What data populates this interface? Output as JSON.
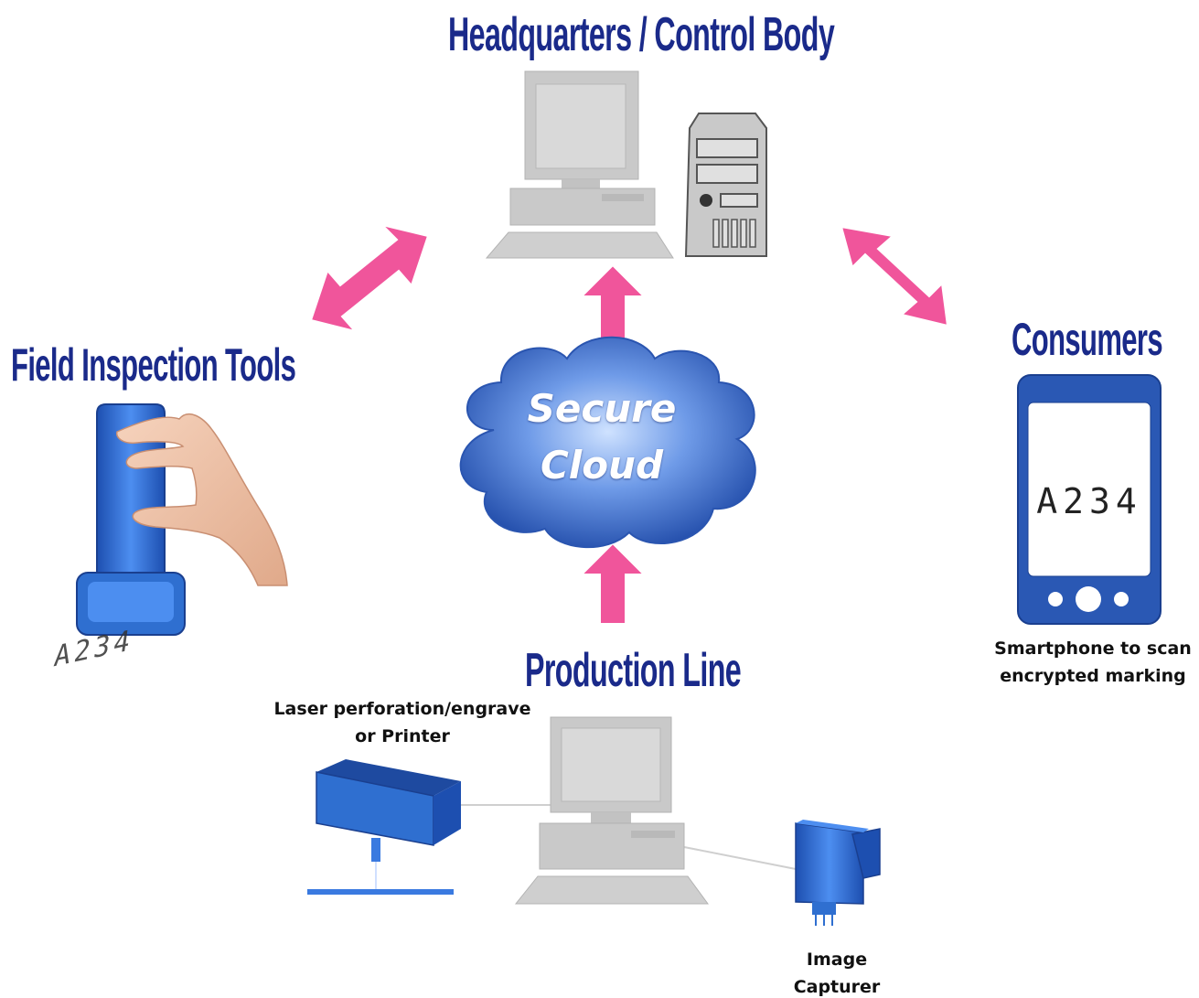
{
  "titles": {
    "headquarters": "Headquarters / Control Body",
    "field_tools": "Field Inspection Tools",
    "consumers": "Consumers",
    "production": "Production Line"
  },
  "cloud": {
    "line1": "Secure",
    "line2": "Cloud"
  },
  "captions": {
    "laser_line1": "Laser perforation/engrave",
    "laser_line2": "or Printer",
    "smartphone_line1": "Smartphone to scan",
    "smartphone_line2": "encrypted marking",
    "image_line1": "Image",
    "image_line2": "Capturer"
  },
  "marking_code": "A234",
  "colors": {
    "title": "#1a2a8a",
    "arrow": "#f0559b",
    "device_blue": "#2f6fd0",
    "computer_gray": "#c9c9c9",
    "cloud_blue": "#3a6cc8"
  }
}
